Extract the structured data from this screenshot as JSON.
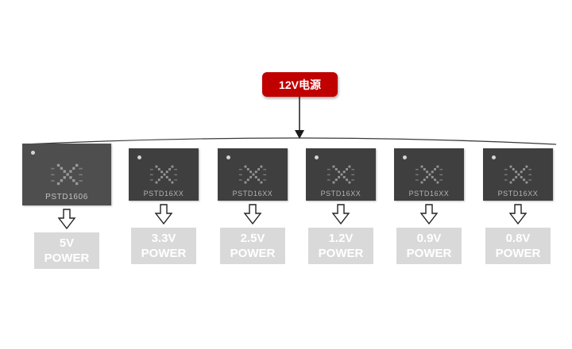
{
  "diagram": {
    "source": {
      "label": "12V电源"
    },
    "chips": [
      {
        "name": "PSTD1606",
        "voltage": "5V",
        "power_label": "POWER"
      },
      {
        "name": "PSTD16XX",
        "voltage": "3.3V",
        "power_label": "POWER"
      },
      {
        "name": "PSTD16XX",
        "voltage": "2.5V",
        "power_label": "POWER"
      },
      {
        "name": "PSTD16XX",
        "voltage": "1.2V",
        "power_label": "POWER"
      },
      {
        "name": "PSTD16XX",
        "voltage": "0.9V",
        "power_label": "POWER"
      },
      {
        "name": "PSTD16XX",
        "voltage": "0.8V",
        "power_label": "POWER"
      }
    ],
    "colors": {
      "source_red": "#C00000",
      "chip_dark": "#3F3F3F",
      "chip_first": "#4E4E4E",
      "power_box_gray": "#D9D9D9",
      "text_white": "#FFFFFF"
    },
    "icons": [
      "chip-die-icon",
      "down-arrow-icon",
      "pin1-dot"
    ]
  }
}
